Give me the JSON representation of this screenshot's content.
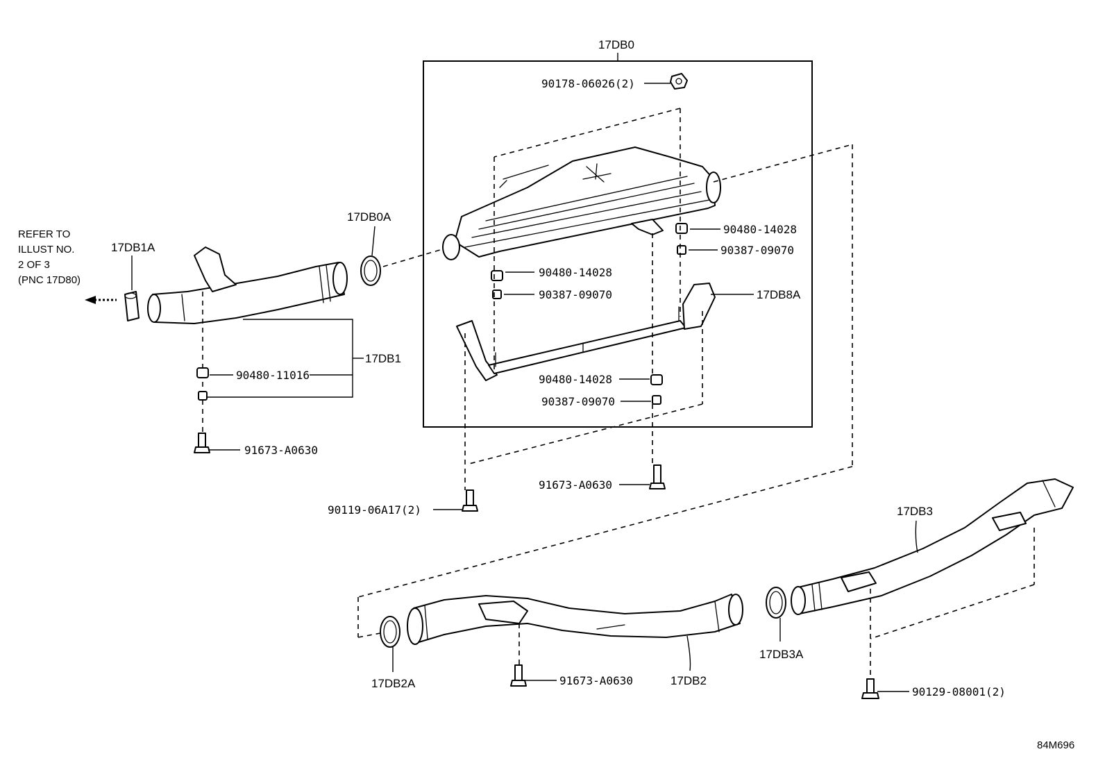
{
  "callouts": {
    "c_17db0": "17DB0",
    "c_17db0a": "17DB0A",
    "c_17db1a": "17DB1A",
    "c_17db1": "17DB1",
    "c_17db8a": "17DB8A",
    "c_17db3": "17DB3",
    "c_17db3a": "17DB3A",
    "c_17db2": "17DB2",
    "c_17db2a": "17DB2A"
  },
  "part_numbers": {
    "p1": "90178-06026(2)",
    "p2": "90480-14028",
    "p3": "90387-09070",
    "p4": "90480-14028",
    "p5": "90387-09070",
    "p6": "90480-14028",
    "p7": "90387-09070",
    "p8": "90480-11016",
    "p9": "91673-A0630",
    "p10": "91673-A0630",
    "p11": "90119-06A17(2)",
    "p12": "91673-A0630",
    "p13": "90129-08001(2)"
  },
  "reference_note": [
    "REFER TO",
    "ILLUST NO.",
    "2 OF 3",
    "(PNC 17D80)"
  ],
  "illustration_code": "84M696"
}
